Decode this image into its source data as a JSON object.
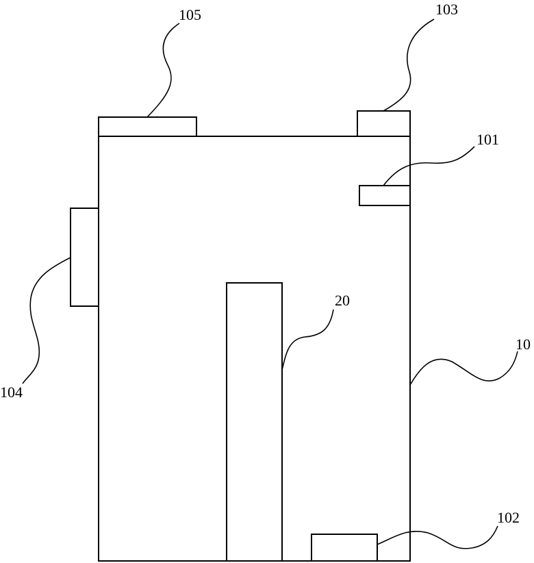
{
  "labels": {
    "housing": "10",
    "part_101": "101",
    "part_102": "102",
    "part_103": "103",
    "part_104": "104",
    "part_105": "105",
    "column": "20"
  }
}
